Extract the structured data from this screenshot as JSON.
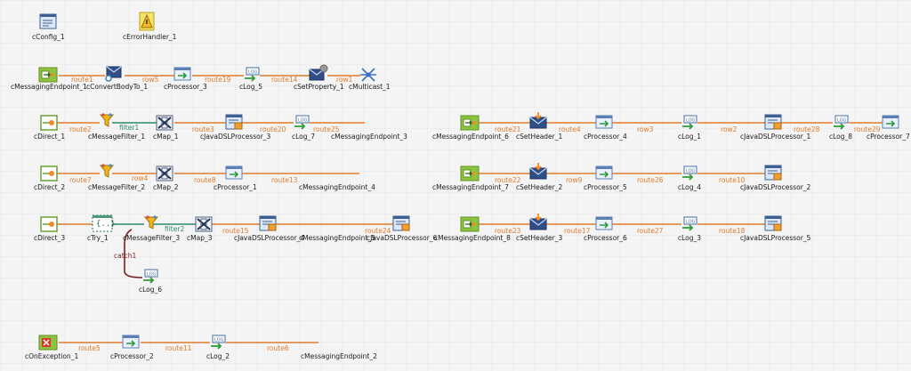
{
  "components": {
    "cConfig_1": "cConfig_1",
    "cErrorHandler_1": "cErrorHandler_1",
    "cMessagingEndpoint_1": "cMessagingEndpoint_1",
    "cConvertBodyTo_1": "cConvertBodyTo_1",
    "cProcessor_3": "cProcessor_3",
    "cLog_5": "cLog_5",
    "cSetProperty_1": "cSetProperty_1",
    "cMulticast_1": "cMulticast_1",
    "cDirect_1": "cDirect_1",
    "cMessageFilter_1": "cMessageFilter_1",
    "cMap_1": "cMap_1",
    "cJavaDSLProcessor_3": "cJavaDSLProcessor_3",
    "cLog_7": "cLog_7",
    "cMessagingEndpoint_3": "cMessagingEndpoint_3",
    "cMessagingEndpoint_6": "cMessagingEndpoint_6",
    "cSetHeader_1": "cSetHeader_1",
    "cProcessor_4": "cProcessor_4",
    "cLog_1": "cLog_1",
    "cJavaDSLProcessor_1": "cJavaDSLProcessor_1",
    "cLog_8": "cLog_8",
    "cProcessor_7": "cProcessor_7",
    "cDirect_2": "cDirect_2",
    "cMessageFilter_2": "cMessageFilter_2",
    "cMap_2": "cMap_2",
    "cProcessor_1": "cProcessor_1",
    "cMessagingEndpoint_4": "cMessagingEndpoint_4",
    "cMessagingEndpoint_7": "cMessagingEndpoint_7",
    "cSetHeader_2": "cSetHeader_2",
    "cProcessor_5": "cProcessor_5",
    "cLog_4": "cLog_4",
    "cJavaDSLProcessor_2": "cJavaDSLProcessor_2",
    "cDirect_3": "cDirect_3",
    "cTry_1": "cTry_1",
    "cMessageFilter_3": "cMessageFilter_3",
    "cMap_3": "cMap_3",
    "cJavaDSLProcessor_4": "cJavaDSLProcessor_4",
    "cMessagingEndpoint_5": "cMessagingEndpoint_5",
    "cJavaDSLProcessor_6": "cJavaDSLProcessor_6",
    "cMessagingEndpoint_8": "cMessagingEndpoint_8",
    "cSetHeader_3": "cSetHeader_3",
    "cProcessor_6": "cProcessor_6",
    "cLog_3": "cLog_3",
    "cJavaDSLProcessor_5": "cJavaDSLProcessor_5",
    "cLog_6": "cLog_6",
    "cOnException_1": "cOnException_1",
    "cProcessor_2": "cProcessor_2",
    "cLog_2": "cLog_2",
    "cMessagingEndpoint_2": "cMessagingEndpoint_2"
  },
  "connections": {
    "route1": "route1",
    "row5": "row5",
    "route19": "route19",
    "route14": "route14",
    "row1": "row1",
    "route2": "route2",
    "filter1": "filter1",
    "route3": "route3",
    "route20": "route20",
    "route25": "route25",
    "route21": "route21",
    "route4": "route4",
    "row3": "row3",
    "row2": "row2",
    "route28": "route28",
    "route29": "route29",
    "route7": "route7",
    "row4": "row4",
    "route8": "route8",
    "route13": "route13",
    "route22": "route22",
    "row9": "row9",
    "route26": "route26",
    "route10": "route10",
    "filter2": "filter2",
    "route15": "route15",
    "route24": "route24",
    "route23": "route23",
    "route17": "route17",
    "route27": "route27",
    "route18": "route18",
    "catch1": "catch1",
    "route5": "route5",
    "route11": "route11",
    "route6": "route6"
  },
  "icons": {
    "config": "config-icon",
    "errorHandler": "warning-icon",
    "endpoint": "endpoint-arrow-icon",
    "convert": "envelope-convert-icon",
    "processor": "processor-window-icon",
    "log": "log-icon",
    "setProperty": "envelope-gear-icon",
    "multicast": "multicast-arrows-icon",
    "direct": "direct-icon",
    "filter": "funnel-icon",
    "map": "map-icon",
    "javaDsl": "java-dsl-icon",
    "setHeader": "envelope-down-icon",
    "try": "try-icon",
    "onException": "exception-icon"
  },
  "colors": {
    "route": "#e27b2a",
    "row": "#e27b2a",
    "filter": "#2b8a6f",
    "catch": "#7a1f1f"
  }
}
